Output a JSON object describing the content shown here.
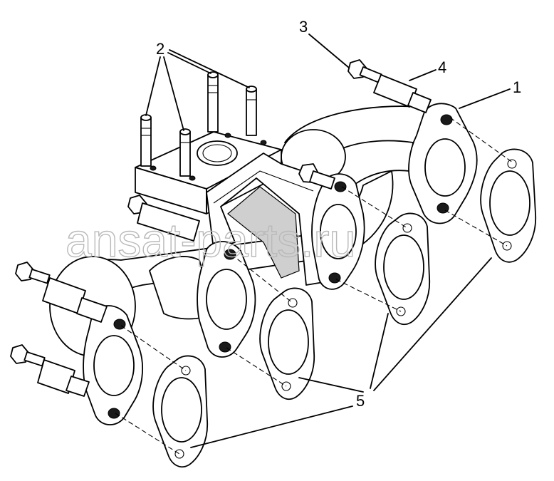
{
  "callouts": {
    "c1": "1",
    "c2": "2",
    "c3": "3",
    "c4": "4",
    "c5": "5"
  },
  "watermark": "ansat-parts.ru"
}
